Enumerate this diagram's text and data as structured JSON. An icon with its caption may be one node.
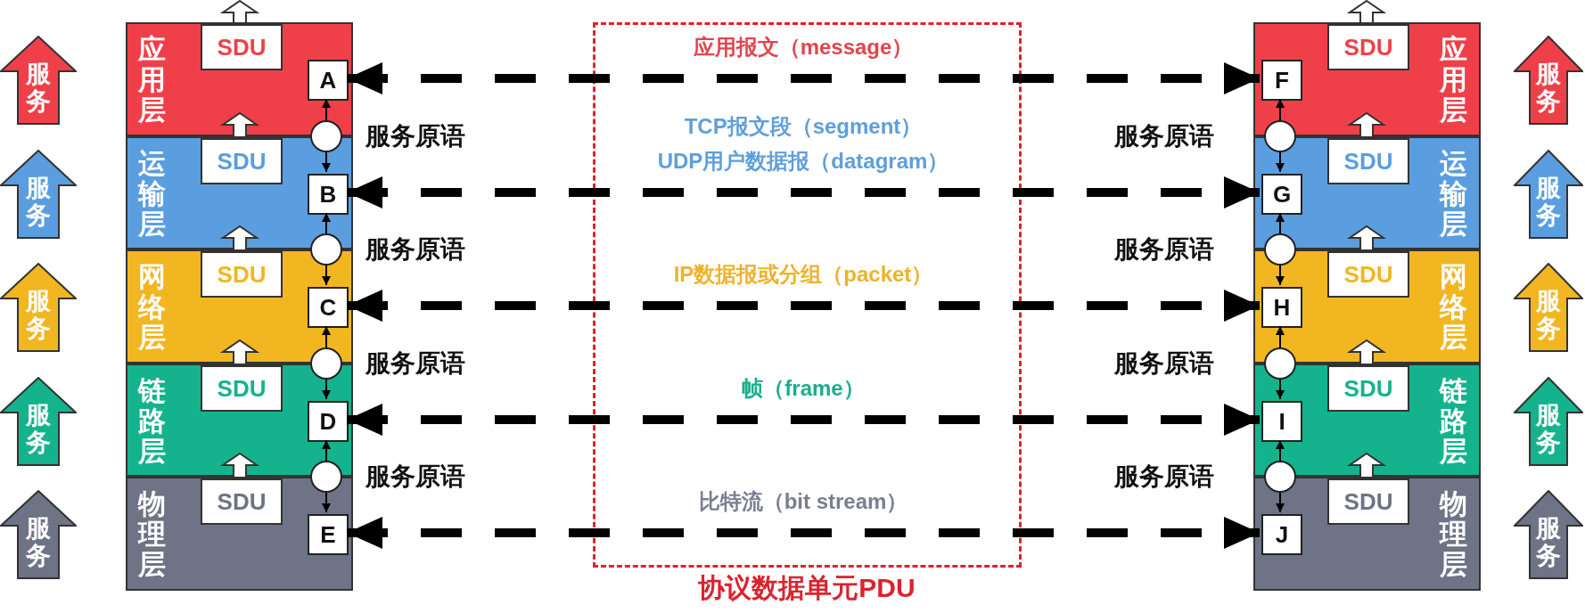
{
  "diagram": {
    "nodes": [
      {
        "text": [
          "服务"
        ]
      },
      {
        "text": [
          "服务"
        ]
      },
      {
        "text": [
          "服务"
        ]
      },
      {
        "text": [
          "服务"
        ]
      },
      {
        "text": [
          "服务"
        ]
      },
      {
        "text": [
          "应用层"
        ]
      },
      {
        "text": [
          "SDU"
        ],
        "in": 5
      },
      {
        "text": [
          "A"
        ],
        "in": 5
      },
      {
        "text": [
          "运输层"
        ]
      },
      {
        "text": [
          "SDU"
        ],
        "in": 8
      },
      {
        "text": [
          "B"
        ],
        "in": 8
      },
      {
        "text": [
          "网络层"
        ]
      },
      {
        "text": [
          "SDU"
        ],
        "in": 11
      },
      {
        "text": [
          "C"
        ],
        "in": 11
      },
      {
        "text": [
          "链路层"
        ]
      },
      {
        "text": [
          "SDU"
        ],
        "in": 14
      },
      {
        "text": [
          "D"
        ],
        "in": 14
      },
      {
        "text": [
          "物理层"
        ]
      },
      {
        "text": [
          "SDU"
        ],
        "in": 17
      },
      {
        "text": [
          "E"
        ],
        "in": 17
      },
      {
        "text": [],
        "shape": "circle",
        "beside": [
          "服务原语"
        ]
      },
      {
        "text": [],
        "shape": "circle",
        "beside": [
          "服务原语"
        ]
      },
      {
        "text": [],
        "shape": "circle",
        "beside": [
          "服务原语"
        ]
      },
      {
        "text": [],
        "shape": "circle",
        "beside": [
          "服务原语"
        ]
      },
      {
        "text": [
          "应用层"
        ]
      },
      {
        "text": [
          "SDU"
        ],
        "in": 24
      },
      {
        "text": [
          "F"
        ],
        "in": 24
      },
      {
        "text": [
          "运输层"
        ]
      },
      {
        "text": [
          "SDU"
        ],
        "in": 27
      },
      {
        "text": [
          "G"
        ],
        "in": 27
      },
      {
        "text": [
          "网络层"
        ]
      },
      {
        "text": [
          "SDU"
        ],
        "in": 30
      },
      {
        "text": [
          "H"
        ],
        "in": 30
      },
      {
        "text": [
          "链路层"
        ]
      },
      {
        "text": [
          "SDU"
        ],
        "in": 33
      },
      {
        "text": [
          "I"
        ],
        "in": 33
      },
      {
        "text": [
          "物理层"
        ]
      },
      {
        "text": [
          "SDU"
        ],
        "in": 36
      },
      {
        "text": [
          "J"
        ],
        "in": 36
      },
      {
        "text": [],
        "shape": "circle",
        "beside": [
          "服务原语"
        ]
      },
      {
        "text": [],
        "shape": "circle",
        "beside": [
          "服务原语"
        ]
      },
      {
        "text": [],
        "shape": "circle",
        "beside": [
          "服务原语"
        ]
      },
      {
        "text": [],
        "shape": "circle",
        "beside": [
          "服务原语"
        ]
      },
      {
        "text": [
          "服务"
        ]
      },
      {
        "text": [
          "服务"
        ]
      },
      {
        "text": [
          "服务"
        ]
      },
      {
        "text": [
          "服务"
        ]
      },
      {
        "text": [
          "服务"
        ]
      }
    ],
    "edges": [
      {
        "from": 7,
        "to": 26,
        "arrow": "both",
        "style": "dashed",
        "label": "应用报文（message）"
      },
      {
        "from": 10,
        "to": 29,
        "arrow": "both",
        "style": "dashed",
        "label": "TCP报文段（segment） UDP用户数据报（datagram）"
      },
      {
        "from": 13,
        "to": 32,
        "arrow": "both",
        "style": "dashed",
        "label": "IP数据报或分组（packet）"
      },
      {
        "from": 16,
        "to": 35,
        "arrow": "both",
        "style": "dashed",
        "label": "帧（frame）"
      },
      {
        "from": 19,
        "to": 38,
        "arrow": "both",
        "style": "dashed",
        "label": "比特流（bit stream）"
      },
      {
        "from": 20,
        "to": 7,
        "arrow": "to"
      },
      {
        "from": 20,
        "to": 10,
        "arrow": "to"
      },
      {
        "from": 21,
        "to": 10,
        "arrow": "to"
      },
      {
        "from": 21,
        "to": 13,
        "arrow": "to"
      },
      {
        "from": 22,
        "to": 13,
        "arrow": "to"
      },
      {
        "from": 22,
        "to": 16,
        "arrow": "to"
      },
      {
        "from": 23,
        "to": 16,
        "arrow": "to"
      },
      {
        "from": 23,
        "to": 19,
        "arrow": "to"
      },
      {
        "from": 39,
        "to": 26,
        "arrow": "to"
      },
      {
        "from": 39,
        "to": 29,
        "arrow": "to"
      },
      {
        "from": 40,
        "to": 29,
        "arrow": "to"
      },
      {
        "from": 40,
        "to": 32,
        "arrow": "to"
      },
      {
        "from": 41,
        "to": 32,
        "arrow": "to"
      },
      {
        "from": 41,
        "to": 35,
        "arrow": "to"
      },
      {
        "from": 42,
        "to": 35,
        "arrow": "to"
      },
      {
        "from": 42,
        "to": 38,
        "arrow": "to"
      },
      {
        "from": 6,
        "to": null,
        "arrow": "to",
        "style": "thick",
        "color": "#ffffff"
      },
      {
        "from": 9,
        "to": null,
        "arrow": "to",
        "style": "thick",
        "color": "#ffffff"
      },
      {
        "from": 12,
        "to": null,
        "arrow": "to",
        "style": "thick",
        "color": "#ffffff"
      },
      {
        "from": 15,
        "to": null,
        "arrow": "to",
        "style": "thick",
        "color": "#ffffff"
      },
      {
        "from": 18,
        "to": null,
        "arrow": "to",
        "style": "thick",
        "color": "#ffffff"
      },
      {
        "from": 25,
        "to": null,
        "arrow": "to",
        "style": "thick",
        "color": "#ffffff"
      },
      {
        "from": 28,
        "to": null,
        "arrow": "to",
        "style": "thick",
        "color": "#ffffff"
      },
      {
        "from": 31,
        "to": null,
        "arrow": "to",
        "style": "thick",
        "color": "#ffffff"
      },
      {
        "from": 34,
        "to": null,
        "arrow": "to",
        "style": "thick",
        "color": "#ffffff"
      },
      {
        "from": 37,
        "to": null,
        "arrow": "to",
        "style": "thick",
        "color": "#ffffff"
      }
    ],
    "labels": [
      "协议数据单元PDU"
    ]
  }
}
